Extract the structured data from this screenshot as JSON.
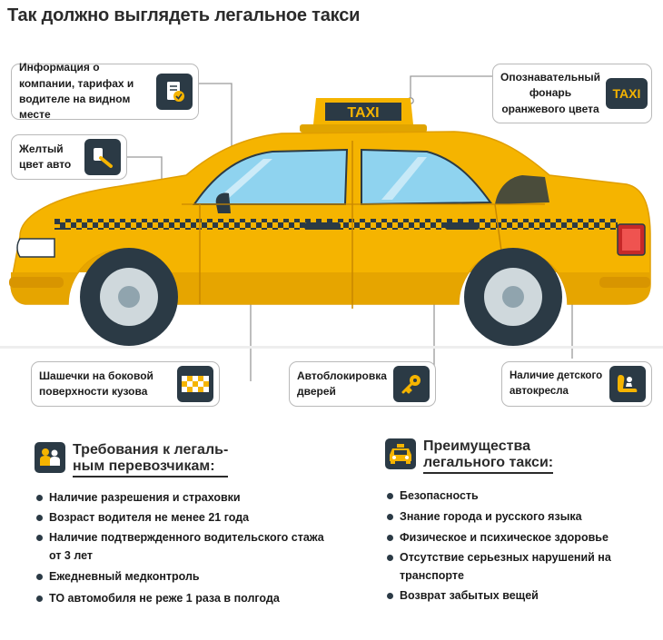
{
  "title": "Так должно выглядеть легальное такси",
  "callouts": {
    "info": "Информация о компании, тарифах и водителе на видном месте",
    "color": "Желтый цвет авто",
    "lamp": "Опознавательный фонарь оранжевого цвета",
    "checkers": "Шашечки на боковой поверхности кузова",
    "doorlock": "Автоблокировка дверей",
    "childseat": "Наличие детского автокресла"
  },
  "car": {
    "roof_sign": "TAXI",
    "lamp_icon_text": "TAXI"
  },
  "requirements": {
    "heading_line1": "Требования к легаль-",
    "heading_line2": "ным перевозчикам:",
    "items": [
      "Наличие разрешения и страховки",
      "Возраст водителя не менее 21 года",
      "Наличие подтвержденного водительского стажа от 3 лет",
      "Ежедневный медконтроль",
      "ТО автомобиля не реже 1 раза в полгода"
    ]
  },
  "advantages": {
    "heading_line1": "Преимущества",
    "heading_line2": "легального такси:",
    "items": [
      "Безопасность",
      "Знание города и русского языка",
      "Физическое и психическое здоровье",
      "Отсутствие серьезных нарушений на транспорте",
      "Возврат забытых вещей"
    ]
  },
  "colors": {
    "taxi_yellow": "#f5b400",
    "icon_dark": "#2b3a45",
    "outline_gray": "#b9b9b9"
  },
  "icons": [
    "document-check-icon",
    "key-icon",
    "taxi-lamp-icon",
    "checker-pattern-icon",
    "car-key-icon",
    "child-seat-icon",
    "people-icon",
    "taxi-front-icon"
  ]
}
